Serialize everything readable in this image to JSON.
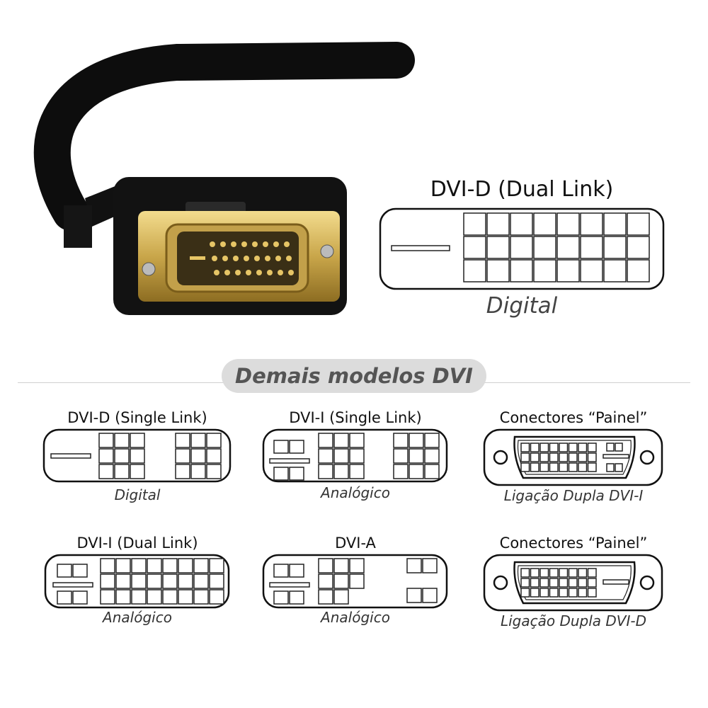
{
  "main_connector": {
    "title": "DVI-D (Dual Link)",
    "label": "Digital"
  },
  "section_heading": "Demais modelos DVI",
  "models": [
    {
      "title": "DVI-D (Single Link)",
      "label": "Digital"
    },
    {
      "title": "DVI-I (Single Link)",
      "label": "Analógico"
    },
    {
      "title": "Conectores “Painel”",
      "label": "Ligação Dupla DVI-I"
    },
    {
      "title": "DVI-I (Dual Link)",
      "label": "Analógico"
    },
    {
      "title": "DVI-A",
      "label": "Analógico"
    },
    {
      "title": "Conectores “Painel”",
      "label": "Ligação Dupla DVI-D"
    }
  ],
  "colors": {
    "gold": "#c9a64a",
    "cable": "#111111",
    "pill": "#dcdcdc"
  }
}
